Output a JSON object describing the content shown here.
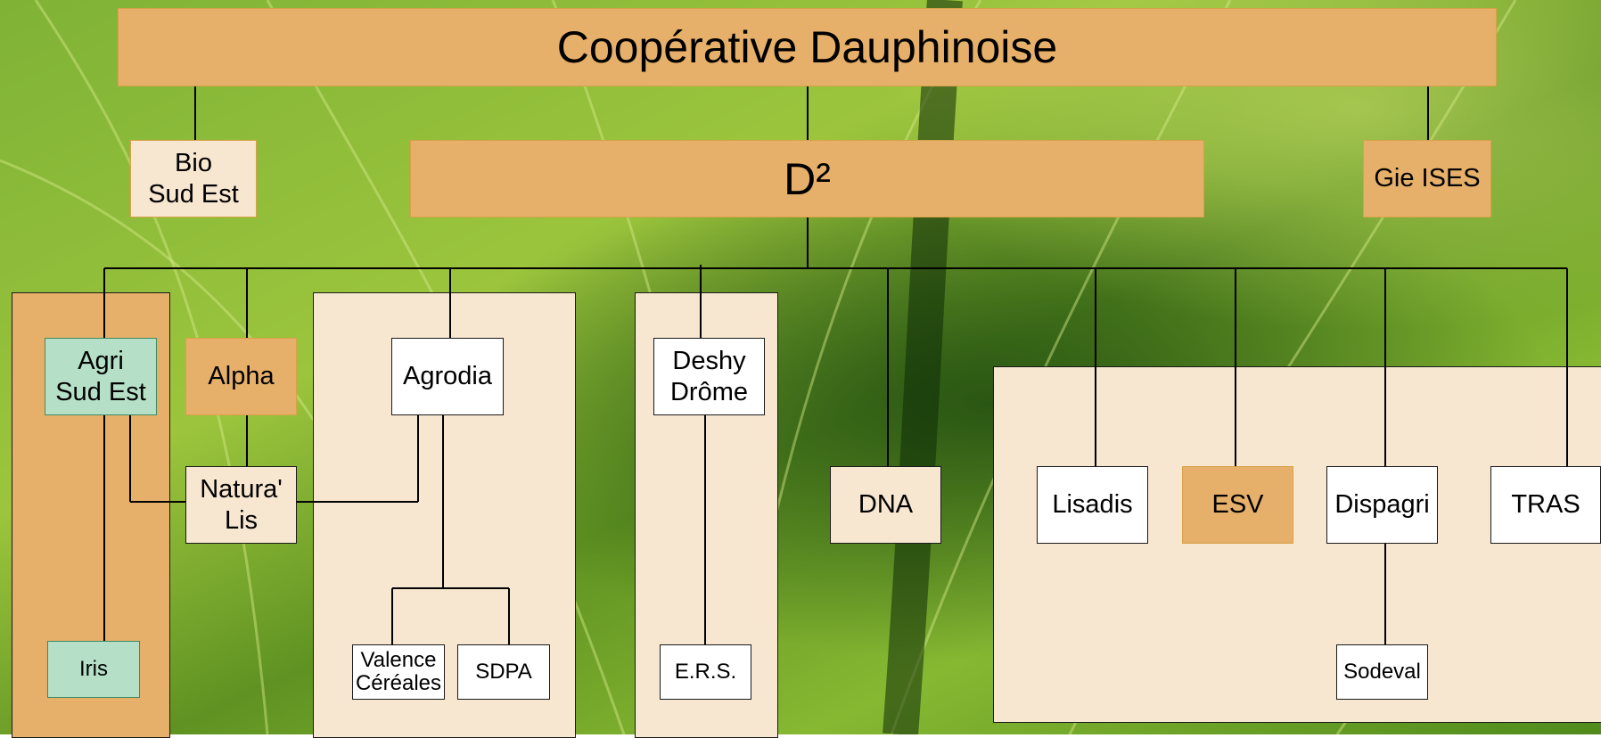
{
  "colors": {
    "orange": "#e6b06a",
    "cream": "#f7e6d0",
    "green_node": "#b5e0c7",
    "white": "#ffffff",
    "line": "#000000",
    "background_leaf": "#6fa12a"
  },
  "background": {
    "description_icon": "green-leaf-texture"
  },
  "title": "Coopérative Dauphinoise",
  "nodes": {
    "bio_sud_est": "Bio\nSud Est",
    "d2": "D²",
    "gie_ises": "Gie ISES",
    "agri_sud_est": "Agri\nSud Est",
    "alpha": "Alpha",
    "natura_lis": "Natura'\nLis",
    "iris": "Iris",
    "agrodia": "Agrodia",
    "valence_cereales": "Valence\nCéréales",
    "sdpa": "SDPA",
    "deshy_drome": "Deshy\nDrôme",
    "ers": "E.R.S.",
    "dna": "DNA",
    "lisadis": "Lisadis",
    "esv": "ESV",
    "dispagri": "Dispagri",
    "tras": "TRAS",
    "sodeval": "Sodeval"
  }
}
